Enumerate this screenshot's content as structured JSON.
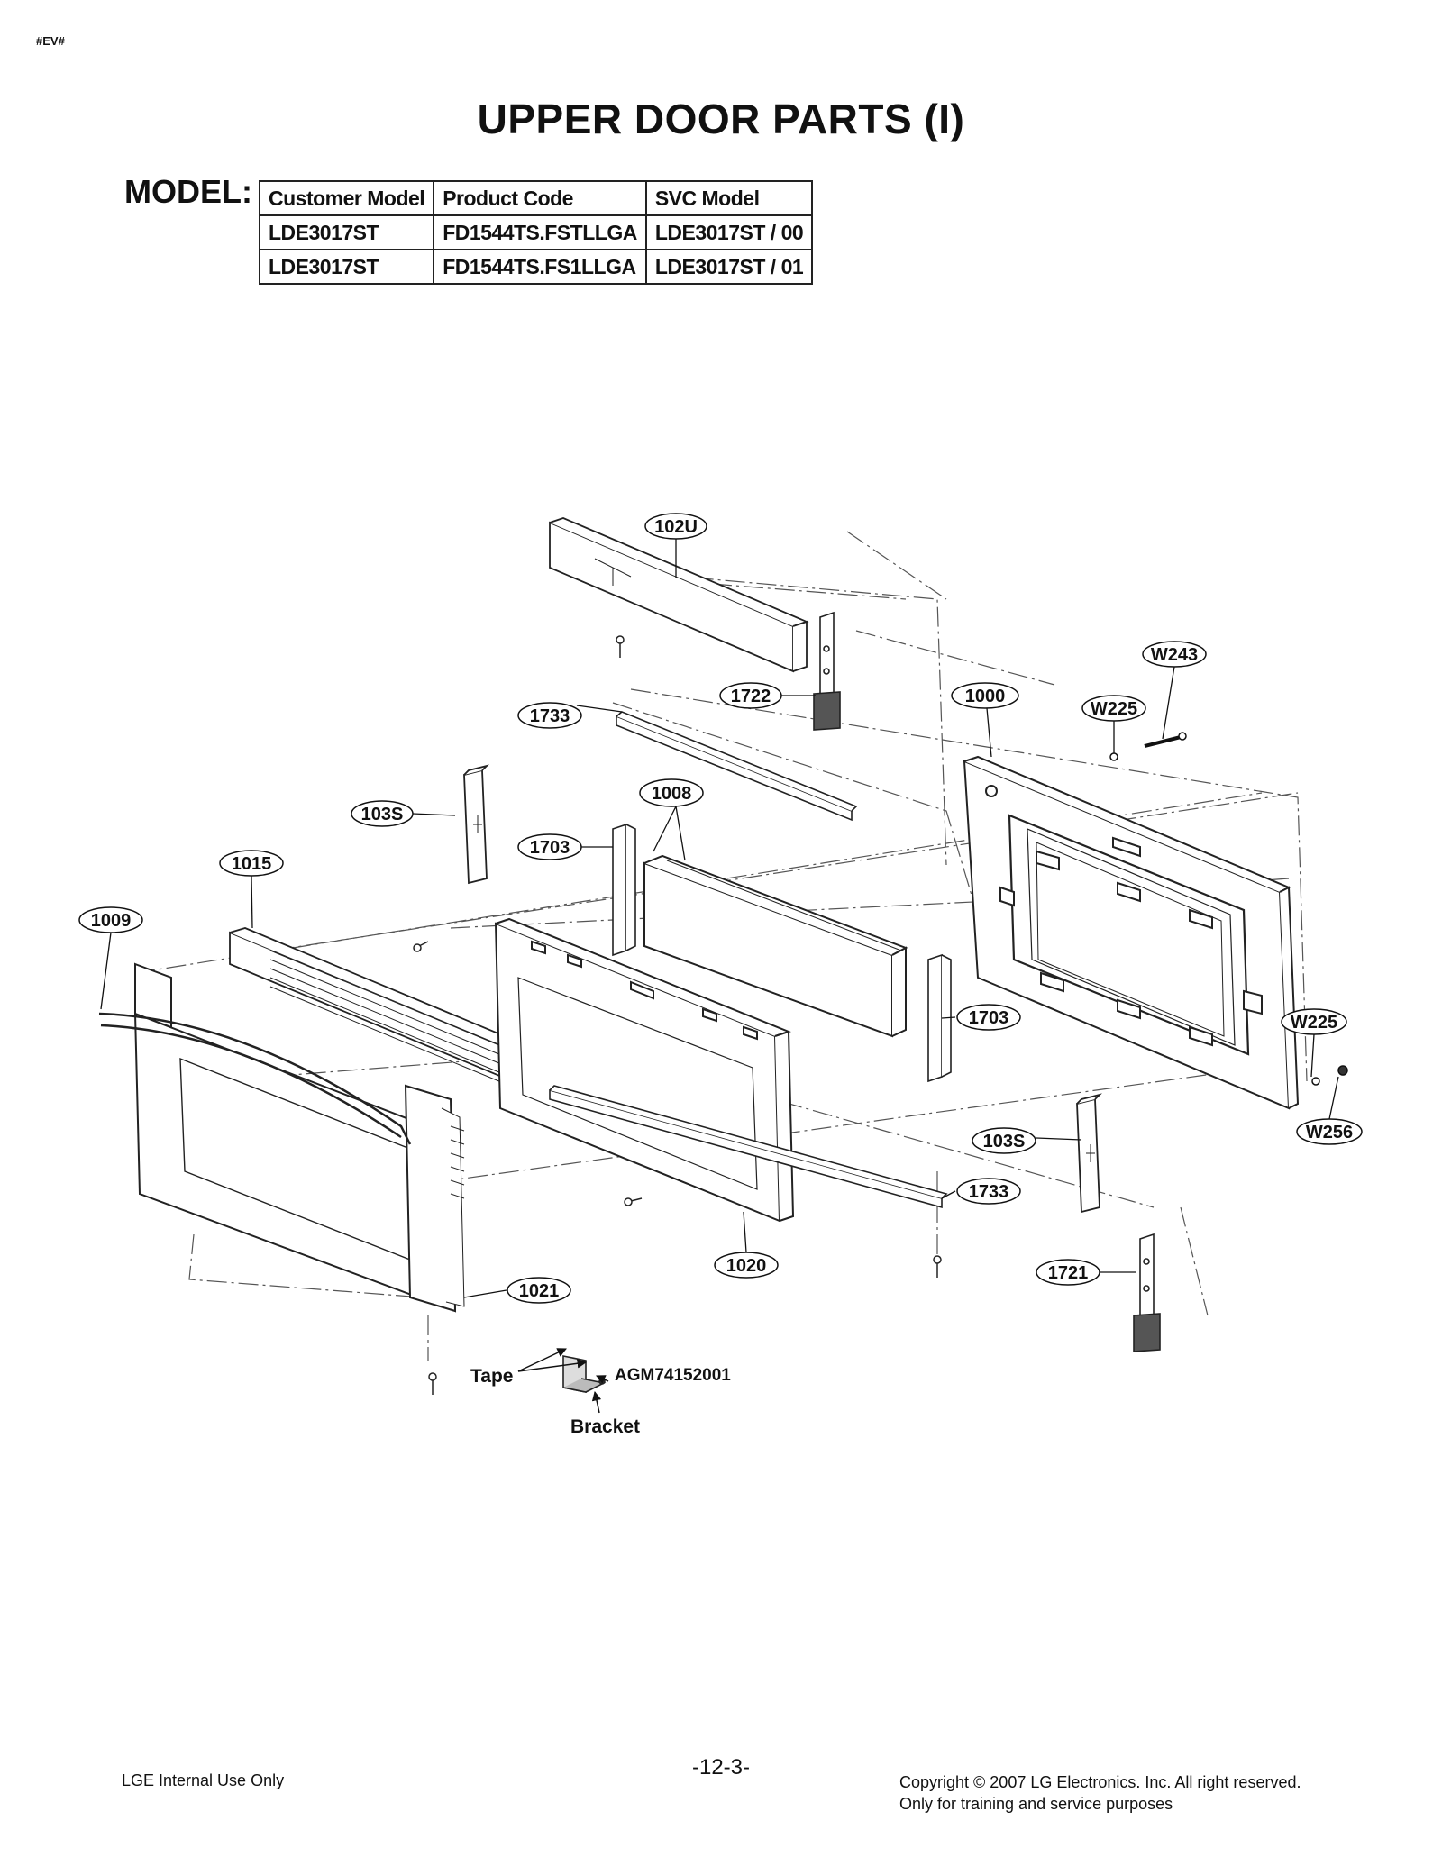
{
  "header": {
    "doc_tag": "#EV#",
    "title": "UPPER DOOR PARTS (I)"
  },
  "model": {
    "label": "MODEL:",
    "columns": [
      "Customer Model",
      "Product Code",
      "SVC Model"
    ],
    "rows": [
      [
        "LDE3017ST",
        "FD1544TS.FSTLLGA",
        "LDE3017ST / 00"
      ],
      [
        "LDE3017ST",
        "FD1544TS.FS1LLGA",
        "LDE3017ST / 01"
      ]
    ]
  },
  "diagram": {
    "callouts": {
      "c102U": "102U",
      "c1722": "1722",
      "c1000": "1000",
      "cW243": "W243",
      "cW225a": "W225",
      "c1733a": "1733",
      "c1008": "1008",
      "c103Sa": "103S",
      "c1703a": "1703",
      "c1015": "1015",
      "c1009": "1009",
      "c1703b": "1703",
      "cW225b": "W225",
      "cW256": "W256",
      "c103Sb": "103S",
      "c1733b": "1733",
      "c1020": "1020",
      "c1721": "1721",
      "c1021": "1021"
    },
    "notes": {
      "tape": "Tape",
      "part_no": "AGM74152001",
      "bracket": "Bracket"
    }
  },
  "footer": {
    "left": "LGE Internal Use Only",
    "page": "-12-3-",
    "copyright": "Copyright © 2007 LG Electronics. Inc. All right reserved.",
    "purpose": "Only for training and service purposes"
  }
}
